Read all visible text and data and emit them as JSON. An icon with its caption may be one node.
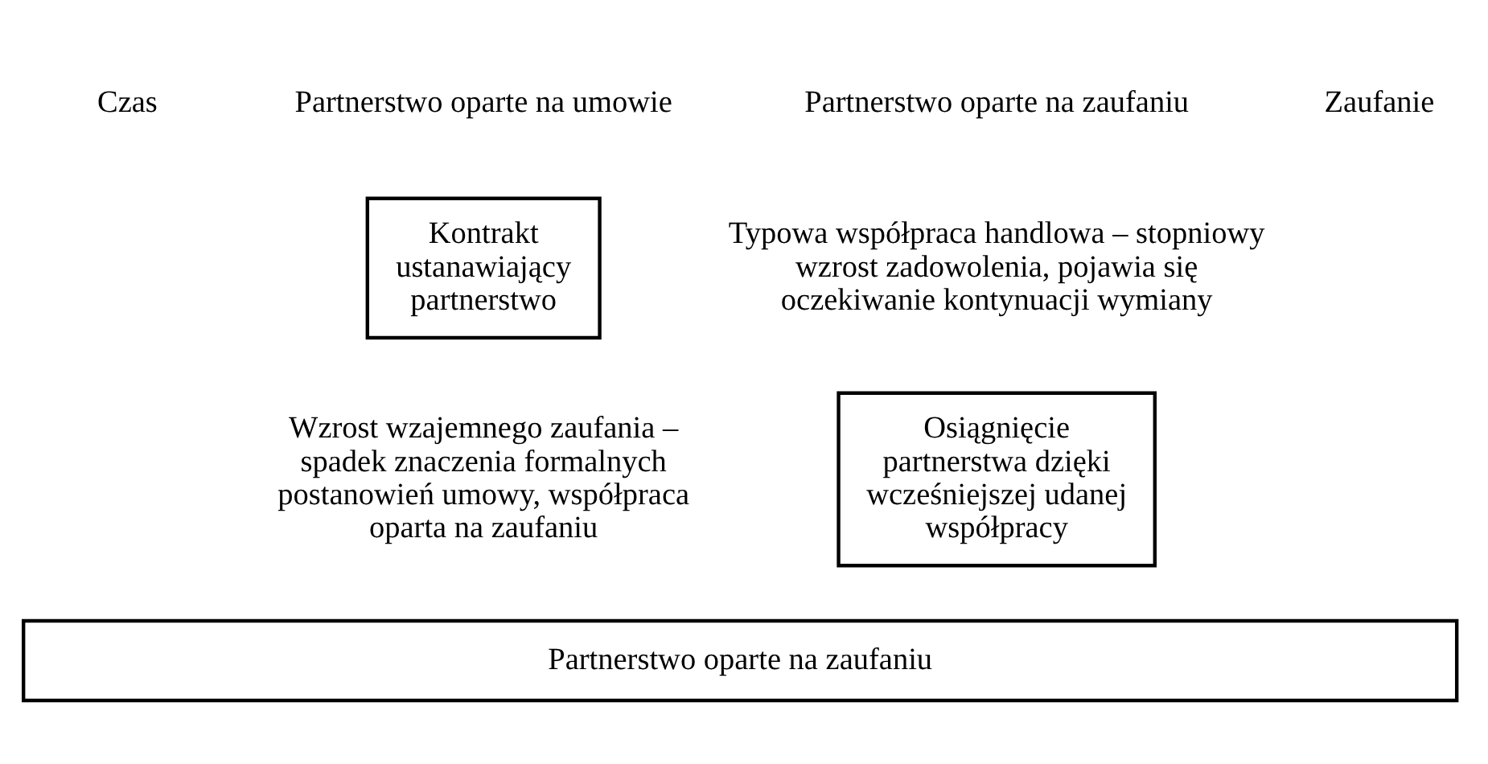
{
  "diagram": {
    "nodes": [
      {
        "text": [
          "Kontrakt ustanawiający partnerstwo"
        ]
      },
      {
        "text": [
          "Osiągnięcie partnerstwa dzięki wcześniejszej udanej współpracy"
        ]
      },
      {
        "text": [
          "Partnerstwo oparte na zaufaniu"
        ]
      }
    ],
    "labels": [
      "Partnerstwo oparte na umowie",
      "Partnerstwo oparte na zaufaniu",
      "Czas",
      "Wzrost wzajemnego zaufania – spadek znaczenia formalnych postanowień umowy, współpraca oparta na zaufaniu",
      "Typowa współpraca handlowa – stopniowy wzrost zadowolenia, pojawia się oczekiwanie kontynuacji wymiany",
      "Zaufanie"
    ]
  }
}
